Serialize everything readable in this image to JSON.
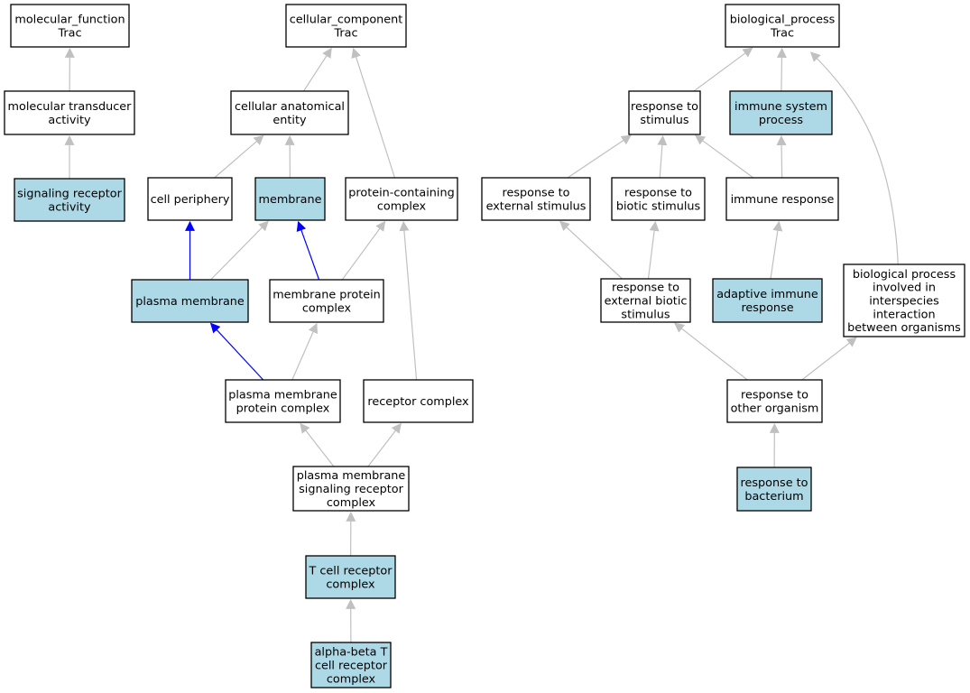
{
  "colors": {
    "highlight_fill": "#add8e6",
    "plain_fill": "#ffffff",
    "edge_gray": "#c0c0c0",
    "edge_blue": "#0000ff",
    "border": "#000000"
  },
  "nodes": [
    {
      "id": "mf",
      "lines": [
        "molecular_function",
        "Trac"
      ],
      "highlight": false
    },
    {
      "id": "mta",
      "lines": [
        "molecular transducer",
        "activity"
      ],
      "highlight": false
    },
    {
      "id": "sra",
      "lines": [
        "signaling receptor",
        "activity"
      ],
      "highlight": true
    },
    {
      "id": "cc",
      "lines": [
        "cellular_component",
        "Trac"
      ],
      "highlight": false
    },
    {
      "id": "cae",
      "lines": [
        "cellular anatomical",
        "entity"
      ],
      "highlight": false
    },
    {
      "id": "cp",
      "lines": [
        "cell periphery"
      ],
      "highlight": false
    },
    {
      "id": "mem",
      "lines": [
        "membrane"
      ],
      "highlight": true
    },
    {
      "id": "pcc",
      "lines": [
        "protein-containing",
        "complex"
      ],
      "highlight": false
    },
    {
      "id": "pm",
      "lines": [
        "plasma membrane"
      ],
      "highlight": true
    },
    {
      "id": "mpc",
      "lines": [
        "membrane protein",
        "complex"
      ],
      "highlight": false
    },
    {
      "id": "pmpc",
      "lines": [
        "plasma membrane",
        "protein complex"
      ],
      "highlight": false
    },
    {
      "id": "rc",
      "lines": [
        "receptor complex"
      ],
      "highlight": false
    },
    {
      "id": "pmsrc",
      "lines": [
        "plasma membrane",
        "signaling receptor",
        "complex"
      ],
      "highlight": false
    },
    {
      "id": "tcr",
      "lines": [
        "T cell receptor",
        "complex"
      ],
      "highlight": true
    },
    {
      "id": "abtcr",
      "lines": [
        "alpha-beta T",
        "cell receptor",
        "complex"
      ],
      "highlight": true
    },
    {
      "id": "bp",
      "lines": [
        "biological_process",
        "Trac"
      ],
      "highlight": false
    },
    {
      "id": "rts",
      "lines": [
        "response to",
        "stimulus"
      ],
      "highlight": false
    },
    {
      "id": "isp",
      "lines": [
        "immune system",
        "process"
      ],
      "highlight": true
    },
    {
      "id": "res",
      "lines": [
        "response to",
        "external stimulus"
      ],
      "highlight": false
    },
    {
      "id": "rbs",
      "lines": [
        "response to",
        "biotic stimulus"
      ],
      "highlight": false
    },
    {
      "id": "ir",
      "lines": [
        "immune response"
      ],
      "highlight": false
    },
    {
      "id": "rebs",
      "lines": [
        "response to",
        "external biotic",
        "stimulus"
      ],
      "highlight": false
    },
    {
      "id": "air",
      "lines": [
        "adaptive immune",
        "response"
      ],
      "highlight": true
    },
    {
      "id": "bpii",
      "lines": [
        "biological process",
        "involved in",
        "interspecies",
        "interaction",
        "between organisms"
      ],
      "highlight": false
    },
    {
      "id": "roo",
      "lines": [
        "response to",
        "other organism"
      ],
      "highlight": false
    },
    {
      "id": "rtb",
      "lines": [
        "response to",
        "bacterium"
      ],
      "highlight": true
    }
  ],
  "edges": [
    {
      "from": "mta",
      "to": "mf",
      "color": "gray"
    },
    {
      "from": "sra",
      "to": "mta",
      "color": "gray"
    },
    {
      "from": "cae",
      "to": "cc",
      "color": "gray"
    },
    {
      "from": "pcc",
      "to": "cc",
      "color": "gray"
    },
    {
      "from": "cp",
      "to": "cae",
      "color": "gray"
    },
    {
      "from": "mem",
      "to": "cae",
      "color": "gray"
    },
    {
      "from": "pm",
      "to": "cp",
      "color": "blue"
    },
    {
      "from": "pm",
      "to": "mem",
      "color": "gray"
    },
    {
      "from": "mpc",
      "to": "mem",
      "color": "blue"
    },
    {
      "from": "mpc",
      "to": "pcc",
      "color": "gray"
    },
    {
      "from": "pmpc",
      "to": "pm",
      "color": "blue"
    },
    {
      "from": "pmpc",
      "to": "mpc",
      "color": "gray"
    },
    {
      "from": "rc",
      "to": "pcc",
      "color": "gray"
    },
    {
      "from": "pmsrc",
      "to": "pmpc",
      "color": "gray"
    },
    {
      "from": "pmsrc",
      "to": "rc",
      "color": "gray"
    },
    {
      "from": "tcr",
      "to": "pmsrc",
      "color": "gray"
    },
    {
      "from": "abtcr",
      "to": "tcr",
      "color": "gray"
    },
    {
      "from": "rts",
      "to": "bp",
      "color": "gray"
    },
    {
      "from": "isp",
      "to": "bp",
      "color": "gray"
    },
    {
      "from": "bpii",
      "to": "bp",
      "color": "gray",
      "curved": true
    },
    {
      "from": "res",
      "to": "rts",
      "color": "gray"
    },
    {
      "from": "rbs",
      "to": "rts",
      "color": "gray"
    },
    {
      "from": "ir",
      "to": "rts",
      "color": "gray"
    },
    {
      "from": "ir",
      "to": "isp",
      "color": "gray"
    },
    {
      "from": "rebs",
      "to": "res",
      "color": "gray"
    },
    {
      "from": "rebs",
      "to": "rbs",
      "color": "gray"
    },
    {
      "from": "air",
      "to": "ir",
      "color": "gray"
    },
    {
      "from": "roo",
      "to": "rebs",
      "color": "gray"
    },
    {
      "from": "roo",
      "to": "bpii",
      "color": "gray"
    },
    {
      "from": "rtb",
      "to": "roo",
      "color": "gray"
    }
  ]
}
